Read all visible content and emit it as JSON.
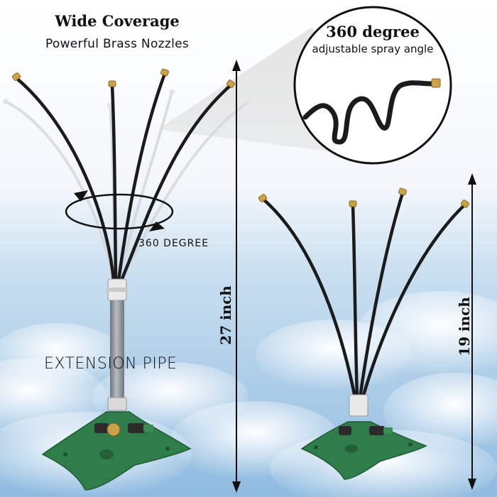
{
  "header": {
    "title": "Wide Coverage",
    "subtitle": "Powerful Brass Nozzles"
  },
  "callout": {
    "title": "360 degree",
    "subtitle": "adjustable spray angle"
  },
  "rotation_label": "360 DEGREE",
  "extension_label": "EXTENSION PIPE",
  "dimensions": {
    "extended_height": "27 inch",
    "standard_height": "19 inch"
  },
  "colors": {
    "sky_top": "#ffffff",
    "sky_bottom": "#9cc4e4",
    "base_green": "#2e7d4a",
    "hose_black": "#1b1b1b",
    "brass": "#c9a24a",
    "pipe_gray": "#8c9298"
  },
  "icons": [
    "rotation-arrow-icon",
    "dimension-arrow-icon"
  ]
}
